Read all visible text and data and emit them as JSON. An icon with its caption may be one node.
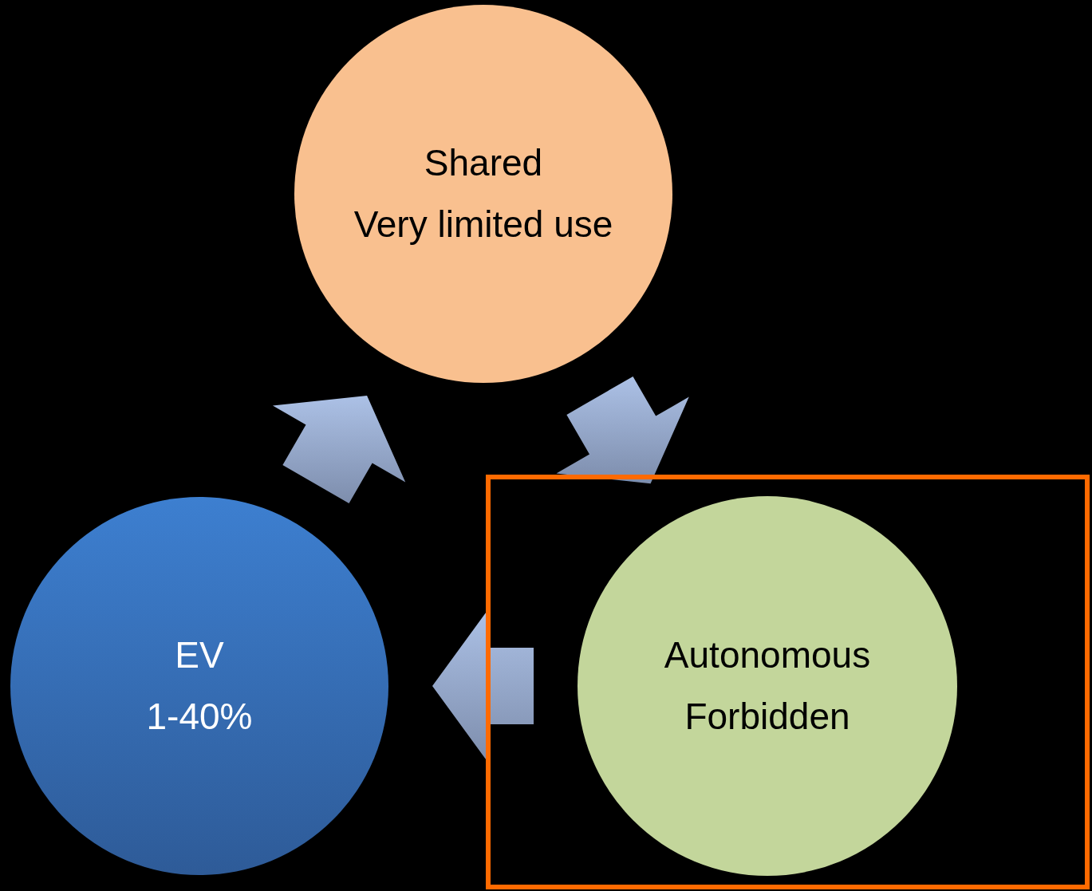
{
  "diagram": {
    "nodes": [
      {
        "text": [
          "Shared",
          "Very limited use"
        ]
      },
      {
        "text": [],
        "shape": "box"
      },
      {
        "text": [
          "Autonomous",
          "Forbidden"
        ],
        "in": 1
      },
      {
        "text": [
          "EV",
          "1-40%"
        ]
      }
    ],
    "edges": [
      {
        "from": 3,
        "to": 0,
        "arrow": "to",
        "style": "thick"
      },
      {
        "from": 0,
        "to": 2,
        "arrow": "to",
        "style": "thick"
      },
      {
        "from": 2,
        "to": 3,
        "arrow": "to",
        "style": "thick"
      }
    ]
  }
}
